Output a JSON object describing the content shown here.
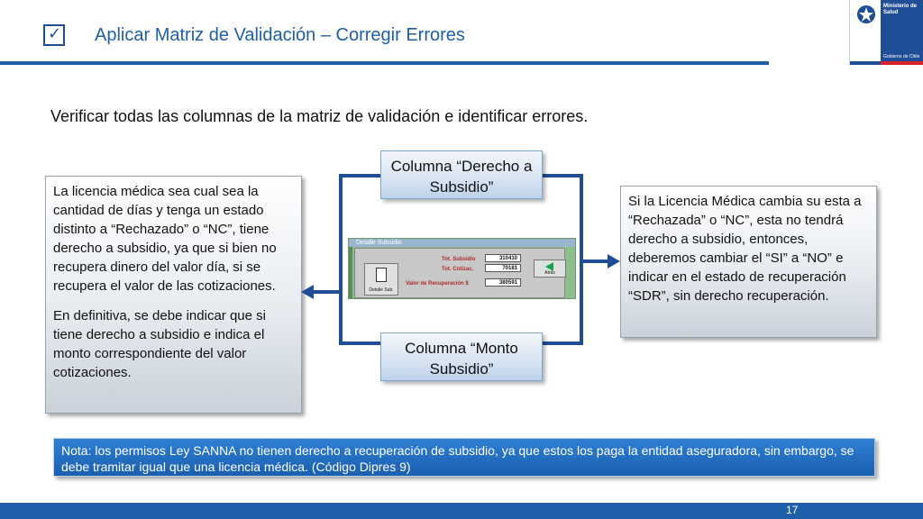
{
  "header": {
    "title": "Aplicar Matriz de Validación – Corregir Errores",
    "checkbox_glyph": "✓",
    "accent": "#1f5ea8"
  },
  "logo": {
    "ministry_text": "Ministerio de Salud",
    "government_text": "Gobierno de Chile"
  },
  "instruction": "Verificar todas las columnas de la matriz de validación e identificar errores.",
  "left_box": {
    "paragraph1": "La licencia médica sea cual sea la cantidad de días y tenga un estado distinto a “Rechazado” o “NC”, tiene derecho a subsidio, ya que si bien no recupera dinero del valor día, si se recupera el valor de las cotizaciones.",
    "paragraph2": "En definitiva, se debe indicar que si tiene derecho a subsidio e indica el monto correspondiente del valor cotizaciones."
  },
  "right_box": {
    "text": "Si la Licencia Médica cambia su esta a “Rechazada” o “NC”, esta no tendrá derecho a subsidio, entonces, deberemos cambiar el “SI” a “NO” e indicar en el estado de recuperación “SDR”, sin derecho recuperación."
  },
  "labels": {
    "top": "Columna “Derecho a Subsidio”",
    "bottom": "Columna “Monto Subsidio”"
  },
  "screenshot": {
    "window_title": "Detalle Subsidio",
    "tot_subsidio_label": "Tot. Subsidio",
    "tot_subsidio_value": "310410",
    "tot_cotizac_label": "Tot. Cotizac.",
    "tot_cotizac_value": "70181",
    "valor_recuperacion_label": "Valor de Recuperación $",
    "valor_recuperacion_value": "380591",
    "detalle_button": "Detalle Sub.",
    "back_button": "Atrás"
  },
  "note": "Nota: los permisos Ley SANNA no tienen derecho a recuperación de subsidio, ya que estos los paga la entidad aseguradora, sin embargo, se debe tramitar igual que una licencia médica. (Código Dipres 9)",
  "footer": {
    "page_number": "17"
  }
}
